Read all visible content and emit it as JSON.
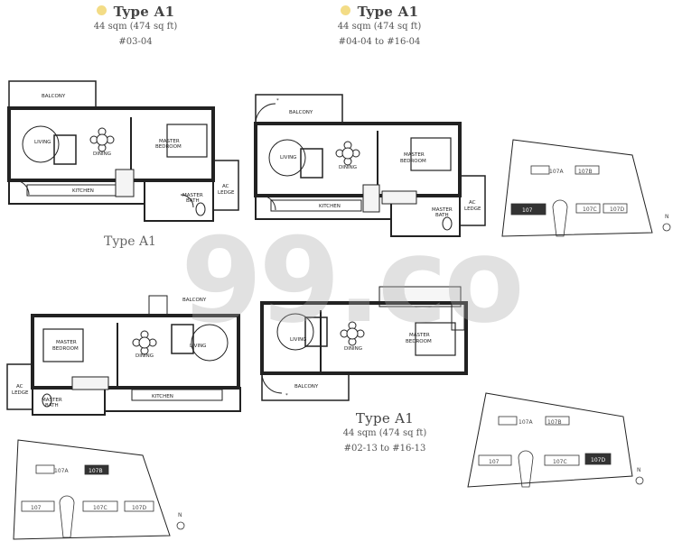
{
  "plan_tl": {
    "type": "Type A1",
    "area": "44 sqm (474 sq ft)",
    "units": "#03-04"
  },
  "plan_tr": {
    "type": "Type A1",
    "area": "44 sqm (474 sq ft)",
    "units": "#04-04 to #16-04"
  },
  "plan_bl": {
    "type_ghost": "Type A1"
  },
  "plan_br": {
    "type": "Type A1",
    "area": "44 sqm (474 sq ft)",
    "units": "#02-13 to #16-13"
  },
  "rooms": {
    "balcony": "BALCONY",
    "living": "LIVING",
    "dining": "DINING",
    "master_bedroom_1": "MASTER",
    "master_bedroom_2": "BEDROOM",
    "kitchen": "KITCHEN",
    "master_bath_1": "MASTER",
    "master_bath_2": "BATH",
    "ac_ledge_1": "AC",
    "ac_ledge_2": "LEDGE",
    "star": "*"
  },
  "keyplan": {
    "b107": "107",
    "b107a": "107A",
    "b107b": "107B",
    "b107c": "107C",
    "b107d": "107D",
    "north": "N"
  },
  "watermark": "99.co",
  "colors": {
    "header_dot": "#f3dc86",
    "highlight_block": "#333333"
  }
}
